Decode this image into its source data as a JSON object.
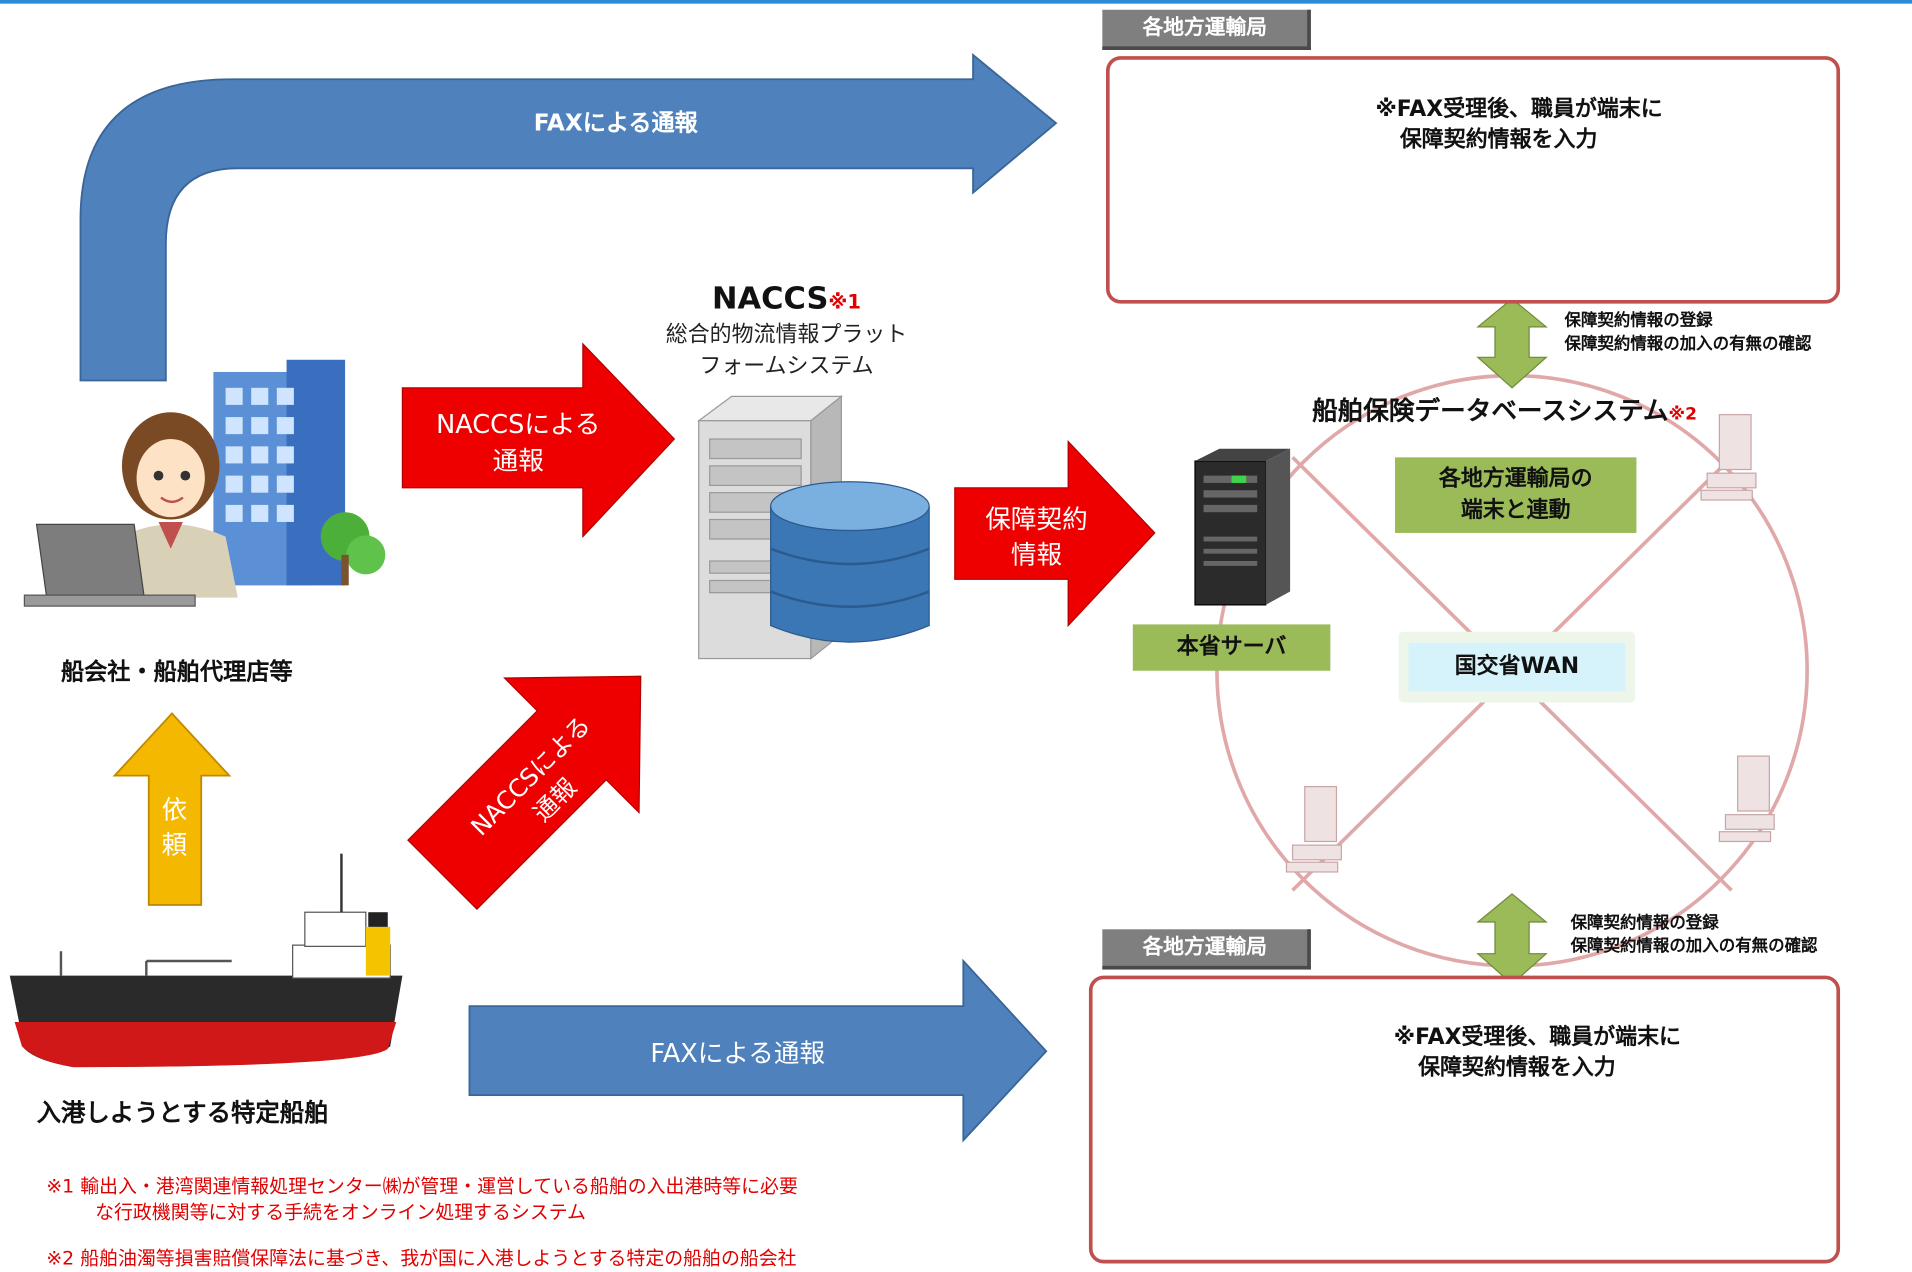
{
  "colors": {
    "blue_arrow": "#4f81bd",
    "red_arrow": "#ee0000",
    "yellow_arrow": "#f5b800",
    "green_arrow": "#9bbb59",
    "box_border": "#c0504d",
    "wan_ring": "#e0a8a8",
    "footnote_red": "#e00000"
  },
  "arrows": {
    "fax_top": "FAXによる通報",
    "fax_bottom": "FAXによる通報",
    "naccs_1_line1": "NACCSによる",
    "naccs_1_line2": "通報",
    "naccs_2_line1": "NACCSによる",
    "naccs_2_line2": "通報",
    "hosho_line1": "保障契約",
    "hosho_line2": "情報",
    "irai_line1": "依",
    "irai_line2": "頼"
  },
  "naccs": {
    "title": "NACCS",
    "mark": "※1",
    "subtitle_line1": "総合的物流情報プラット",
    "subtitle_line2": "フォームシステム"
  },
  "shipping_company": "船会社・船舶代理店等",
  "ship_label": "入港しようとする特定船舶",
  "offices": {
    "top": {
      "tag": "各地方運輸局",
      "note_line1": "※FAX受理後、職員が端末に",
      "note_line2": "保障契約情報を入力"
    },
    "bottom": {
      "tag": "各地方運輸局",
      "note_line1": "※FAX受理後、職員が端末に",
      "note_line2": "保障契約情報を入力"
    }
  },
  "sync_top": {
    "line1": "保障契約情報の登録",
    "line2": "保障契約情報の加入の有無の確認"
  },
  "sync_bottom": {
    "line1": "保障契約情報の登録",
    "line2": "保障契約情報の加入の有無の確認"
  },
  "database": {
    "title": "船舶保険データベースシステム",
    "mark": "※2",
    "linked_line1": "各地方運輸局の",
    "linked_line2": "端末と連動",
    "server_label": "本省サーバ",
    "wan_label": "国交省WAN"
  },
  "icons": [
    "office-worker-icon",
    "office-building-icon",
    "cargo-ship-icon",
    "server-database-icon",
    "tower-server-icon",
    "laptop-icon",
    "desktop-terminal-icon"
  ],
  "footnotes": {
    "fn1_line1": "※1 輸出入・港湾関連情報処理センター㈱が管理・運営している船舶の入出港時等に必要",
    "fn1_line2": "な行政機関等に対する手続をオンライン処理するシステム",
    "fn2_line1": "※2 船舶油濁等損害賠償保障法に基づき、我が国に入港しようとする特定の船舶の船会社"
  }
}
